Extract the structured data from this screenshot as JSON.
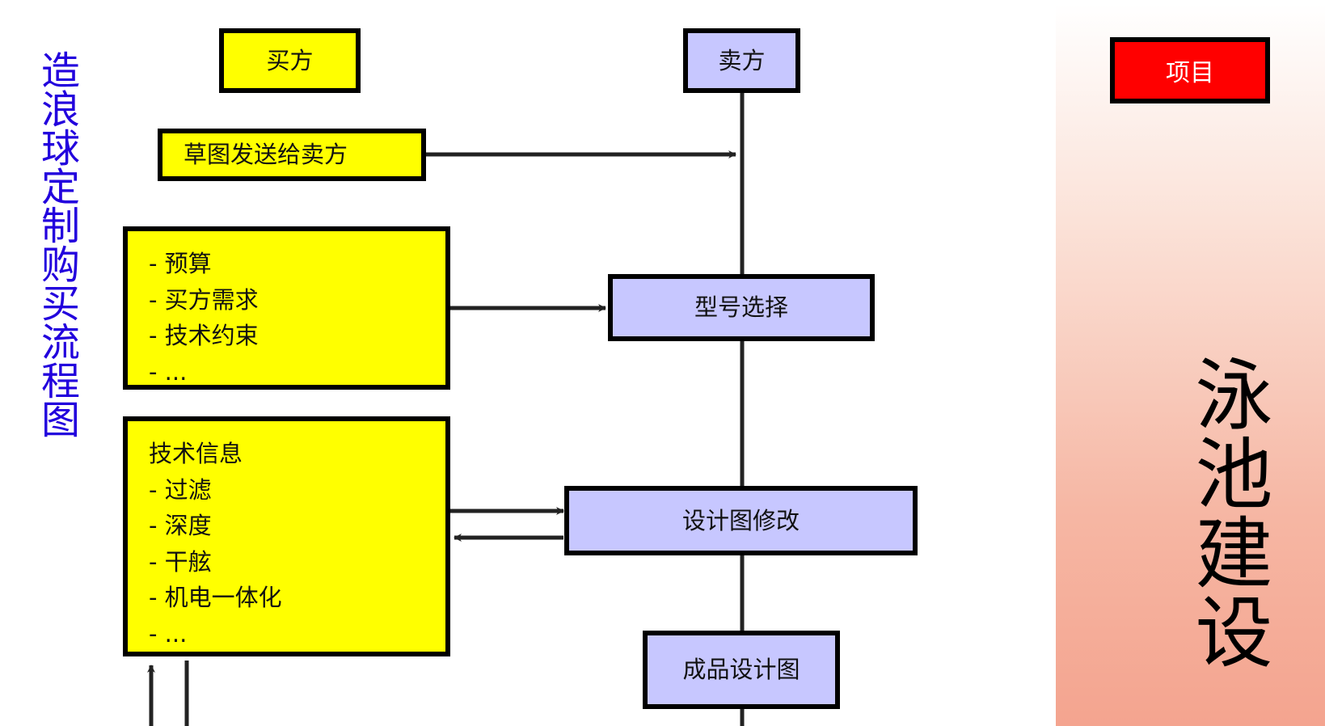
{
  "title": "造浪球定制购买流程图",
  "side_panel": {
    "project_label": "项目",
    "heading": "泳池建设"
  },
  "buyer": {
    "label": "买方"
  },
  "seller": {
    "label": "卖方"
  },
  "sketch": {
    "label": "草图发送给卖方"
  },
  "requirements": {
    "items": [
      "- 预算",
      "- 买方需求",
      "- 技术约束",
      "- ..."
    ]
  },
  "tech_info": {
    "items": [
      "技术信息",
      "- 过滤",
      "- 深度",
      "- 干舷",
      "- 机电一体化",
      "- ..."
    ]
  },
  "steps": {
    "model_selection": "型号选择",
    "design_revision": "设计图修改",
    "final_design": "成品设计图"
  },
  "colors": {
    "buyer_box": "#ffff00",
    "seller_box": "#c7c7ff",
    "project_badge": "#ff0000",
    "title_text": "#2200dd"
  }
}
